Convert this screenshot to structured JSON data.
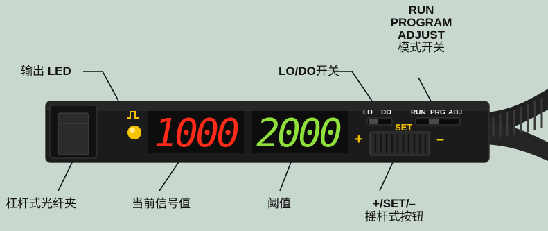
{
  "callouts": {
    "output_led": {
      "prefix": "输出 ",
      "bold": "LED"
    },
    "lodo_switch": {
      "bold": "LO/DO",
      "suffix": "开关"
    },
    "mode_switch": {
      "lines": [
        "RUN",
        "PROGRAM",
        "ADJUST"
      ],
      "caption": "模式开关"
    },
    "lever_clamp": "杠杆式光纤夹",
    "current_value": "当前信号值",
    "threshold": "阈值",
    "rocker": {
      "bold": "+/SET/–",
      "caption": "摇杆式按钮"
    }
  },
  "device": {
    "current_display": "1000",
    "threshold_display": "2000",
    "switch_left_labels": [
      "LO",
      "DO"
    ],
    "switch_right_labels": [
      "RUN",
      "PRG",
      "ADJ"
    ],
    "plus": "+",
    "set": "SET",
    "minus": "–"
  },
  "colors": {
    "background": "#c9d8cf",
    "body": "#1b1b1b",
    "red_digits": "#ff2a1a",
    "green_digits": "#8fe03a",
    "accent_yellow": "#f5c400"
  }
}
